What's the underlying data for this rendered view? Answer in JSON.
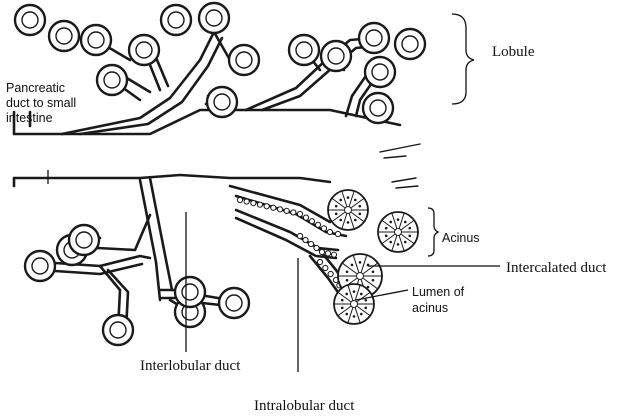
{
  "labels": {
    "lobule": "Lobule",
    "pancreatic_duct_1": "Pancreatic",
    "pancreatic_duct_2": "duct to small",
    "pancreatic_duct_3": "intestine",
    "acinus": "Acinus",
    "intercalated_duct": "Intercalated duct",
    "lumen_1": "Lumen of",
    "lumen_2": "acinus",
    "interlobular_duct": "Interlobular duct",
    "intralobular_duct": "Intralobular duct"
  }
}
